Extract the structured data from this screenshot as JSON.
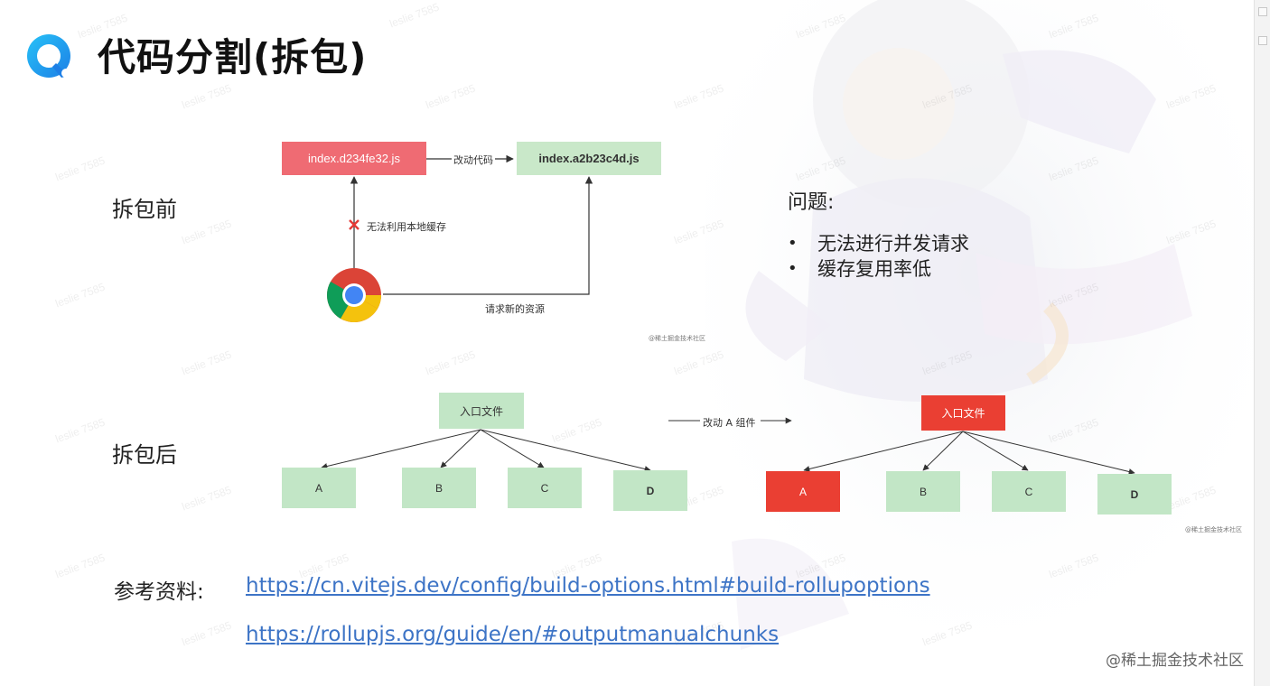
{
  "slide": {
    "title": "代码分割(拆包)",
    "before_label": "拆包前",
    "after_label": "拆包后"
  },
  "before_diagram": {
    "old_file": "index.d234fe32.js",
    "new_file": "index.a2b23c4d.js",
    "change_label": "改动代码",
    "cache_fail_label": "无法利用本地缓存",
    "request_label": "请求新的资源",
    "watermark": "@稀土掘金技术社区"
  },
  "problems": {
    "title": "问题:",
    "items": [
      "无法进行并发请求",
      "缓存复用率低"
    ]
  },
  "after_diagram": {
    "left": {
      "entry": "入口文件",
      "chunks": [
        "A",
        "B",
        "C",
        "D"
      ]
    },
    "change_label": "改动 A 组件",
    "right": {
      "entry": "入口文件",
      "chunks": [
        "A",
        "B",
        "C",
        "D"
      ]
    },
    "watermark": "@稀土掘金技术社区"
  },
  "references": {
    "label": "参考资料:",
    "links": [
      "https://cn.vitejs.dev/config/build-options.html#build-rollupoptions",
      "https://rollupjs.org/guide/en/#outputmanualchunks"
    ]
  },
  "footer": {
    "credit": "@稀土掘金技术社区"
  },
  "colors": {
    "red_box": "#ef6b73",
    "green_box": "#c9e8c9",
    "changed_box": "#ea3f33",
    "link": "#3d74c6"
  }
}
